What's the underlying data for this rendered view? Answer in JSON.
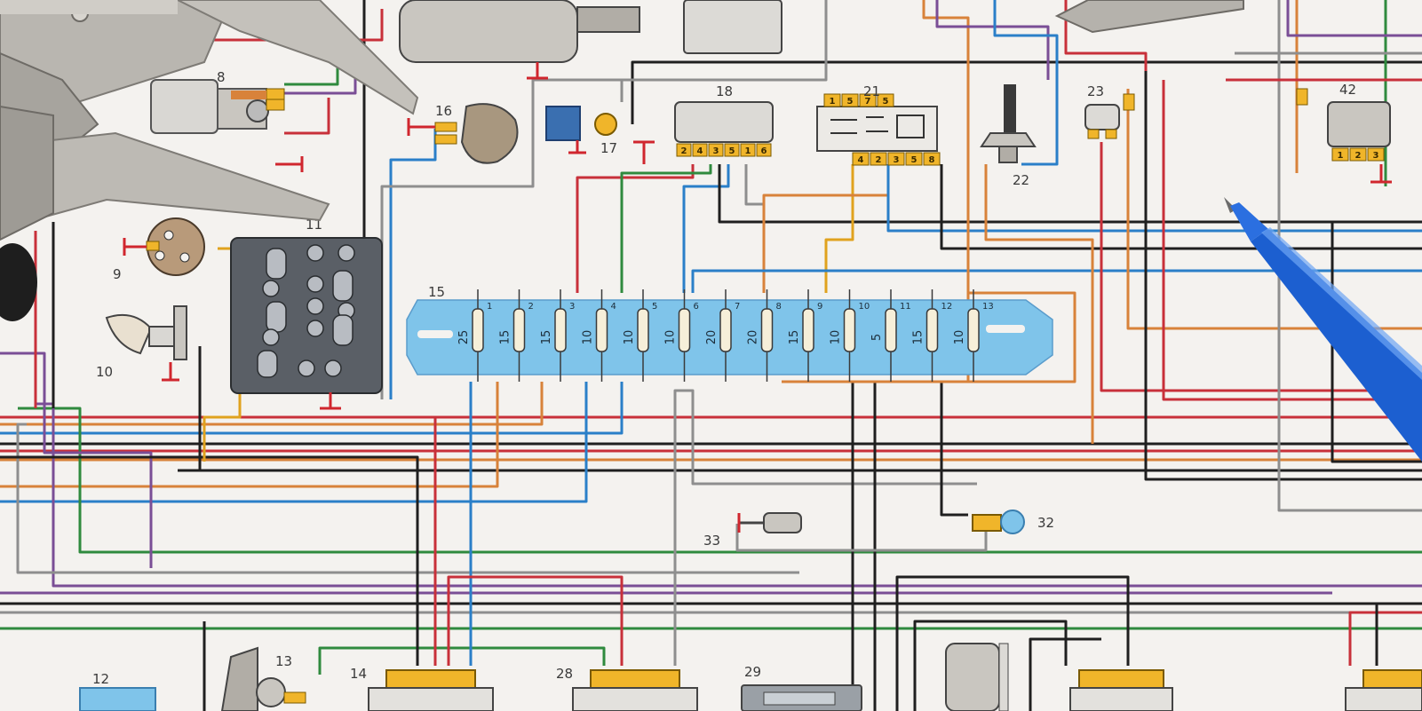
{
  "photo": {
    "subject": "printed automotive wiring diagram",
    "objects": [
      "caliper",
      "ballpoint-pen",
      "screwdriver"
    ]
  },
  "component_labels": {
    "c8": "8",
    "c9": "9",
    "c10": "10",
    "c11": "11",
    "c12": "12",
    "c13": "13",
    "c14": "14",
    "c15": "15",
    "c16": "16",
    "c17": "17",
    "c18": "18",
    "c21": "21",
    "c22": "22",
    "c23": "23",
    "c28": "28",
    "c29": "29",
    "c32": "32",
    "c33": "33",
    "c42": "42"
  },
  "fuse_box": {
    "ratings": [
      "25",
      "15",
      "15",
      "10",
      "10",
      "10",
      "20",
      "20",
      "15",
      "10",
      "5",
      "15",
      "10"
    ],
    "numbers": [
      "1",
      "2",
      "3",
      "4",
      "5",
      "6",
      "7",
      "8",
      "9",
      "10",
      "11",
      "12",
      "13"
    ]
  },
  "pins": {
    "c18": [
      "2",
      "4",
      "3",
      "5",
      "1",
      "6"
    ],
    "c21_top": [
      "1",
      "5",
      "7",
      "5"
    ],
    "c21_bottom": [
      "4",
      "2",
      "3",
      "5",
      "8"
    ],
    "c42": [
      "1",
      "2",
      "3"
    ]
  },
  "colors": {
    "paper": "#f4f2ef",
    "wire_red": "#c8303a",
    "wire_blue": "#2a7fc8",
    "wire_black": "#1f1f1f",
    "wire_orange": "#d8823a",
    "wire_green": "#2f8a3e",
    "wire_purple": "#7a4e96",
    "wire_grey": "#8e8e8e",
    "wire_yellow": "#e0a21e",
    "fuse_box_fill": "#7fc4ea",
    "connector_yellow": "#f0b52a",
    "ground_red": "#d0262e",
    "pen_blue": "#1c5fd0",
    "caliper_steel": "#b9b6b0"
  }
}
